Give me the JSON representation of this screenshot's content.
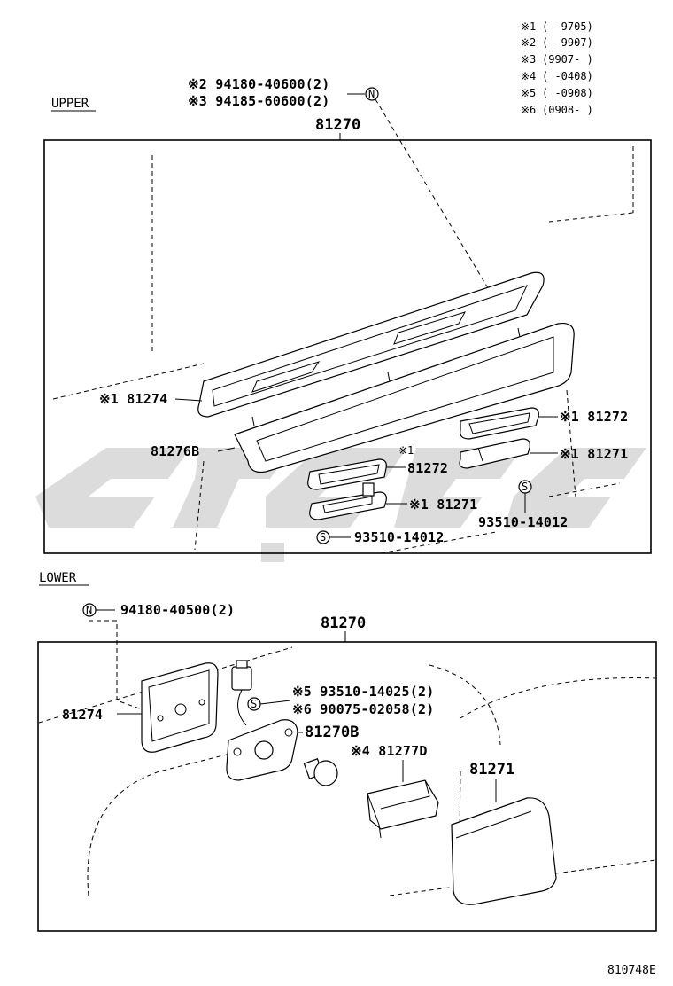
{
  "legend": [
    {
      "mark": "※1",
      "range": "(      -9705)"
    },
    {
      "mark": "※2",
      "range": "(      -9907)"
    },
    {
      "mark": "※3",
      "range": "(9907-      )"
    },
    {
      "mark": "※4",
      "range": "(      -0408)"
    },
    {
      "mark": "※5",
      "range": "(      -0908)"
    },
    {
      "mark": "※6",
      "range": "(0908-      )"
    }
  ],
  "upper": {
    "section_label": "UPPER",
    "assembly": "81270",
    "bolt_a": "※2 94180-40600(2)",
    "bolt_b": "※3 94185-60600(2)",
    "nut_symbol": "N",
    "screw_symbol": "S",
    "part_81274": "※1 81274",
    "part_81276b": "81276B",
    "part_81272_a": "※1 81272",
    "part_81271_a": "※1 81271",
    "part_81272_b_mark": "※1",
    "part_81272_b": "81272",
    "part_81271_b": "※1 81271",
    "screw_a": "93510-14012",
    "screw_b": "93510-14012"
  },
  "lower": {
    "section_label": "LOWER",
    "assembly": "81270",
    "nut": "94180-40500(2)",
    "nut_symbol": "N",
    "screw_symbol": "S",
    "part_81274": "81274",
    "part_81270b": "81270B",
    "screw_5": "※5 93510-14025(2)",
    "screw_6": "※6 90075-02058(2)",
    "part_81277d": "※4 81277D",
    "part_81271": "81271"
  },
  "diagram_code": "810748E",
  "colors": {
    "line": "#000000",
    "watermark": "#d6d6d6",
    "background": "#ffffff"
  }
}
